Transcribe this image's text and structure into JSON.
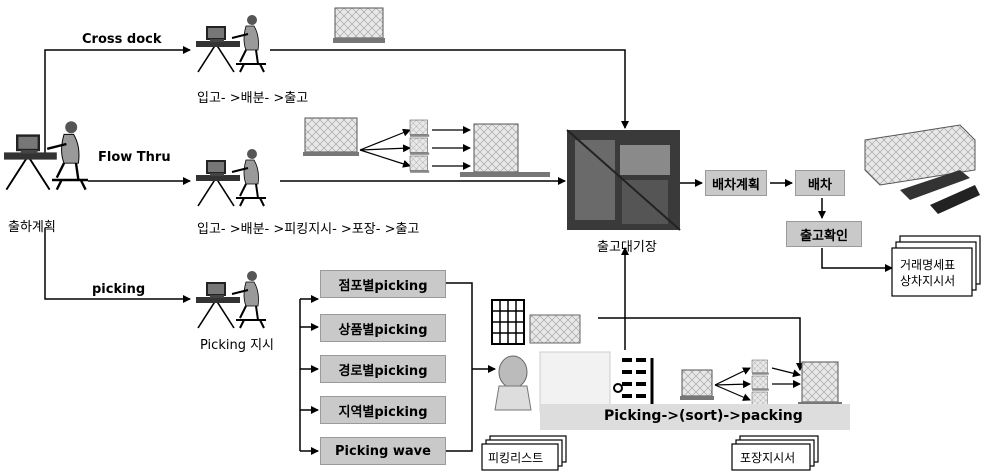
{
  "routes": {
    "cross_dock": "Cross dock",
    "flow_thru": "Flow Thru",
    "picking": "picking"
  },
  "nodes": {
    "shipping_plan": "출하계획",
    "cross_dock_flow": "입고- >배분- >출고",
    "flow_thru_flow": "입고- >배분- >피킹지시- >포장- >출고",
    "picking_instruction": "Picking 지시",
    "staging_area": "출고대기장",
    "dispatch_plan": "배차계획",
    "dispatch": "배차",
    "shipment_confirm": "출고확인",
    "statement_doc_line1": "거래명세표",
    "statement_doc_line2": "상차지시서",
    "process_banner": "Picking->(sort)->packing",
    "picking_list": "피킹리스트",
    "packing_instruction": "포장지시서"
  },
  "picking_methods": [
    "점포별picking",
    "상품별picking",
    "경로별picking",
    "지역별picking",
    "Picking wave"
  ],
  "icons": {
    "workstation": "computer-operator-icon",
    "pallet": "pallet-boxes-icon",
    "warehouse_photo": "warehouse-photo",
    "truck": "truck-icon",
    "rack": "storage-rack-icon",
    "sorter": "sorter-icon",
    "document_stack": "document-stack-icon",
    "person": "person-icon"
  },
  "colors": {
    "box_fill": "#c9c9c9",
    "line": "#000000",
    "banner_fill": "#dddddd"
  }
}
